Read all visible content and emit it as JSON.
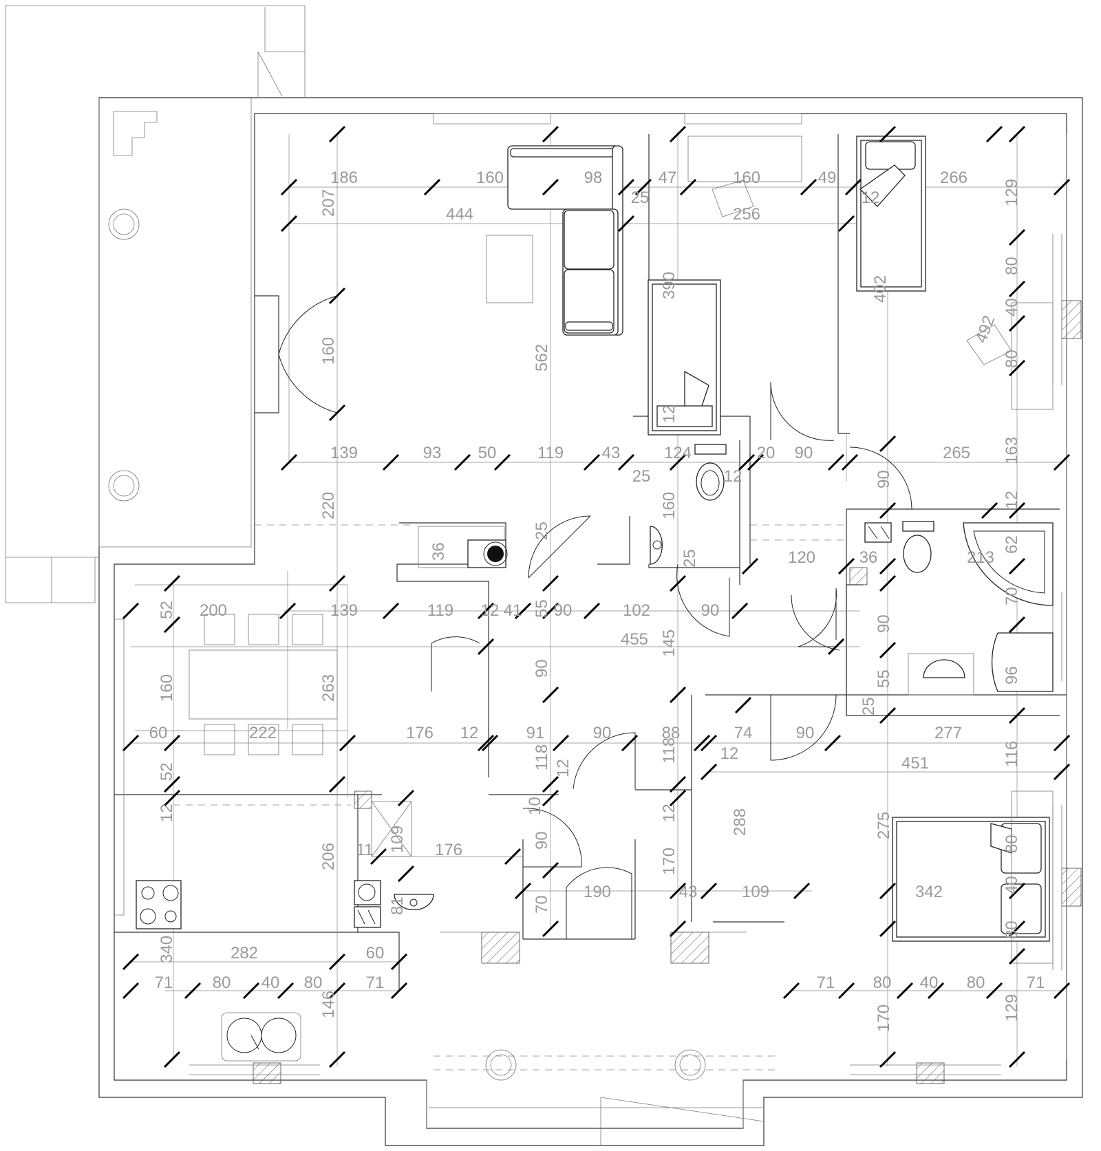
{
  "dimensions": [
    {
      "id": "d1",
      "text": "186"
    },
    {
      "id": "d2",
      "text": "160"
    },
    {
      "id": "d3",
      "text": "98"
    },
    {
      "id": "d4",
      "text": "47"
    },
    {
      "id": "d5",
      "text": "160"
    },
    {
      "id": "d6",
      "text": "49"
    },
    {
      "id": "d7",
      "text": "266"
    },
    {
      "id": "d8",
      "text": "444"
    },
    {
      "id": "d9",
      "text": "256"
    },
    {
      "id": "d10",
      "text": "25"
    },
    {
      "id": "d11",
      "text": "12"
    },
    {
      "id": "d12",
      "text": "207",
      "v": true
    },
    {
      "id": "d13",
      "text": "129",
      "v": true
    },
    {
      "id": "d14",
      "text": "80",
      "v": true
    },
    {
      "id": "d15",
      "text": "40",
      "v": true
    },
    {
      "id": "d16",
      "text": "80",
      "v": true
    },
    {
      "id": "d17",
      "text": "390",
      "v": true
    },
    {
      "id": "d18",
      "text": "402",
      "v": true
    },
    {
      "id": "d19",
      "text": "492",
      "v": true
    },
    {
      "id": "d20",
      "text": "160",
      "v": true
    },
    {
      "id": "d21",
      "text": "562",
      "v": true
    },
    {
      "id": "d22",
      "text": "12",
      "v": true
    },
    {
      "id": "d23",
      "text": "139"
    },
    {
      "id": "d24",
      "text": "93"
    },
    {
      "id": "d25",
      "text": "50"
    },
    {
      "id": "d26",
      "text": "119"
    },
    {
      "id": "d27",
      "text": "43"
    },
    {
      "id": "d28",
      "text": "124"
    },
    {
      "id": "d29",
      "text": "12"
    },
    {
      "id": "d30",
      "text": "20"
    },
    {
      "id": "d31",
      "text": "90"
    },
    {
      "id": "d32",
      "text": "265"
    },
    {
      "id": "d33",
      "text": "25"
    },
    {
      "id": "d34",
      "text": "220",
      "v": true
    },
    {
      "id": "d35",
      "text": "160",
      "v": true
    },
    {
      "id": "d36",
      "text": "25",
      "v": true
    },
    {
      "id": "d37",
      "text": "90",
      "v": true
    },
    {
      "id": "d38",
      "text": "163",
      "v": true
    },
    {
      "id": "d39",
      "text": "12",
      "v": true
    },
    {
      "id": "d40",
      "text": "36",
      "v": true
    },
    {
      "id": "d41",
      "text": "25",
      "v": true
    },
    {
      "id": "d42",
      "text": "120"
    },
    {
      "id": "d43",
      "text": "36"
    },
    {
      "id": "d44",
      "text": "213"
    },
    {
      "id": "d45",
      "text": "62",
      "v": true
    },
    {
      "id": "d46",
      "text": "70",
      "v": true
    },
    {
      "id": "d47",
      "text": "52",
      "v": true
    },
    {
      "id": "d48",
      "text": "200"
    },
    {
      "id": "d49",
      "text": "139"
    },
    {
      "id": "d50",
      "text": "119"
    },
    {
      "id": "d51",
      "text": "12"
    },
    {
      "id": "d52",
      "text": "41"
    },
    {
      "id": "d53",
      "text": "55",
      "v": true
    },
    {
      "id": "d54",
      "text": "90"
    },
    {
      "id": "d55",
      "text": "102"
    },
    {
      "id": "d56",
      "text": "90"
    },
    {
      "id": "d57",
      "text": "90",
      "v": true
    },
    {
      "id": "d58",
      "text": "455"
    },
    {
      "id": "d59",
      "text": "145",
      "v": true
    },
    {
      "id": "d60",
      "text": "160",
      "v": true
    },
    {
      "id": "d61",
      "text": "263",
      "v": true
    },
    {
      "id": "d62",
      "text": "90",
      "v": true
    },
    {
      "id": "d63",
      "text": "55",
      "v": true
    },
    {
      "id": "d64",
      "text": "25",
      "v": true
    },
    {
      "id": "d65",
      "text": "96",
      "v": true
    },
    {
      "id": "d66",
      "text": "60"
    },
    {
      "id": "d67",
      "text": "222"
    },
    {
      "id": "d68",
      "text": "176"
    },
    {
      "id": "d69",
      "text": "12"
    },
    {
      "id": "d70",
      "text": "91"
    },
    {
      "id": "d71",
      "text": "90"
    },
    {
      "id": "d72",
      "text": "88"
    },
    {
      "id": "d73",
      "text": "74"
    },
    {
      "id": "d74",
      "text": "90"
    },
    {
      "id": "d75",
      "text": "277"
    },
    {
      "id": "d76",
      "text": "12"
    },
    {
      "id": "d77",
      "text": "451"
    },
    {
      "id": "d78",
      "text": "52",
      "v": true
    },
    {
      "id": "d79",
      "text": "118",
      "v": true
    },
    {
      "id": "d80",
      "text": "12",
      "v": true
    },
    {
      "id": "d81",
      "text": "118",
      "v": true
    },
    {
      "id": "d82",
      "text": "116",
      "v": true
    },
    {
      "id": "d83",
      "text": "12",
      "v": true
    },
    {
      "id": "d84",
      "text": "10",
      "v": true
    },
    {
      "id": "d85",
      "text": "12",
      "v": true
    },
    {
      "id": "d86",
      "text": "109",
      "v": true
    },
    {
      "id": "d87",
      "text": "11"
    },
    {
      "id": "d88",
      "text": "176"
    },
    {
      "id": "d89",
      "text": "206",
      "v": true
    },
    {
      "id": "d90",
      "text": "288",
      "v": true
    },
    {
      "id": "d91",
      "text": "275",
      "v": true
    },
    {
      "id": "d92",
      "text": "90",
      "v": true
    },
    {
      "id": "d93",
      "text": "170",
      "v": true
    },
    {
      "id": "d94",
      "text": "190"
    },
    {
      "id": "d95",
      "text": "43"
    },
    {
      "id": "d96",
      "text": "109"
    },
    {
      "id": "d97",
      "text": "342"
    },
    {
      "id": "d98",
      "text": "81",
      "v": true
    },
    {
      "id": "d99",
      "text": "70",
      "v": true
    },
    {
      "id": "d100",
      "text": "80",
      "v": true
    },
    {
      "id": "d101",
      "text": "40",
      "v": true
    },
    {
      "id": "d102",
      "text": "80",
      "v": true
    },
    {
      "id": "d103",
      "text": "340",
      "v": true
    },
    {
      "id": "d104",
      "text": "282"
    },
    {
      "id": "d105",
      "text": "60"
    },
    {
      "id": "d106",
      "text": "71"
    },
    {
      "id": "d107",
      "text": "80"
    },
    {
      "id": "d108",
      "text": "40"
    },
    {
      "id": "d109",
      "text": "80"
    },
    {
      "id": "d110",
      "text": "71"
    },
    {
      "id": "d111",
      "text": "146",
      "v": true
    },
    {
      "id": "d112",
      "text": "71"
    },
    {
      "id": "d113",
      "text": "80"
    },
    {
      "id": "d114",
      "text": "40"
    },
    {
      "id": "d115",
      "text": "80"
    },
    {
      "id": "d116",
      "text": "71"
    },
    {
      "id": "d117",
      "text": "170",
      "v": true
    },
    {
      "id": "d118",
      "text": "129",
      "v": true
    }
  ]
}
